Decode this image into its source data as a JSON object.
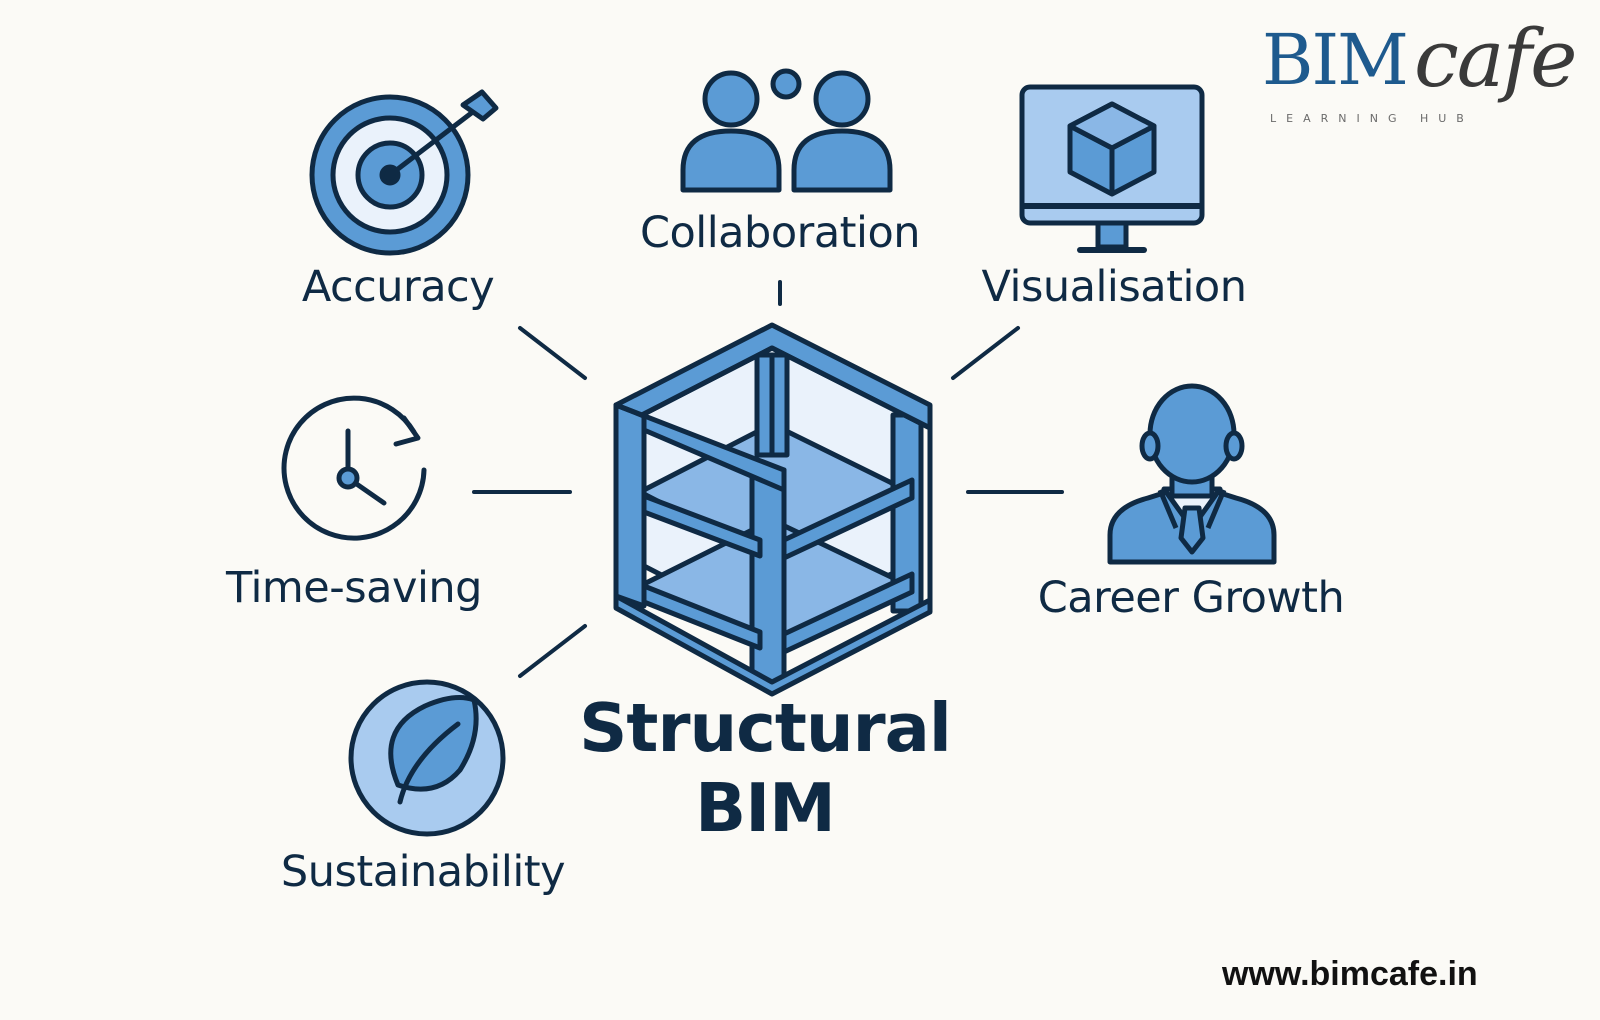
{
  "diagram": {
    "center": {
      "line1": "Structural",
      "line2": "BIM"
    },
    "nodes": [
      {
        "id": "accuracy",
        "label": "Accuracy",
        "icon": "target-icon"
      },
      {
        "id": "collaboration",
        "label": "Collaboration",
        "icon": "people-icon"
      },
      {
        "id": "visualisation",
        "label": "Visualisation",
        "icon": "monitor-cube-icon"
      },
      {
        "id": "time",
        "label": "Time-saving",
        "icon": "clock-icon"
      },
      {
        "id": "career",
        "label": "Career Growth",
        "icon": "person-icon"
      },
      {
        "id": "sustain",
        "label": "Sustainability",
        "icon": "leaf-icon"
      }
    ]
  },
  "brand": {
    "bim": "BIM",
    "cafe": "cafe",
    "subtitle": "LEARNING HUB"
  },
  "footer": {
    "website": "www.bimcafe.in"
  },
  "colors": {
    "navy": "#0f2a44",
    "icon_blue": "#5b9bd5",
    "light_blue": "#a9cbef",
    "brand_blue": "#1e5a8e",
    "background": "#fbfaf6"
  }
}
